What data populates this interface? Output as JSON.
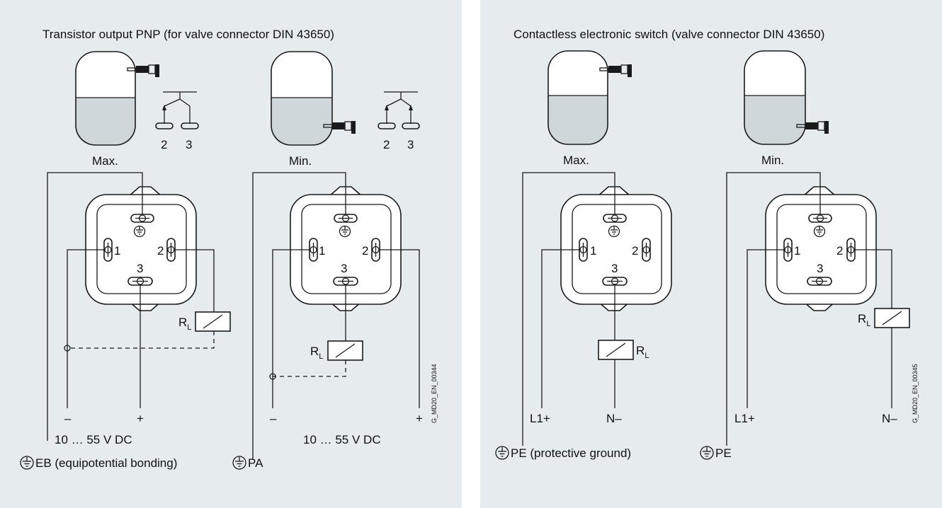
{
  "panels": [
    {
      "title": "Transistor output PNP (for valve connector DIN 43650)",
      "left_tank_label": "Max.",
      "right_tank_label": "Min.",
      "contact_numbers": [
        "2",
        "3"
      ],
      "pin_labels": [
        "1",
        "2",
        "3"
      ],
      "load_label": "R",
      "load_subscript": "L",
      "left_terminals": [
        "–",
        "+"
      ],
      "right_terminals": [
        "–",
        "+"
      ],
      "left_voltage": "10 … 55 V DC",
      "right_voltage": "10 … 55 V DC",
      "left_ground_label": "EB (equipotential bonding)",
      "right_ground_label": "PA",
      "drawing_code": "G_MD20_EN_00344"
    },
    {
      "title": "Contactless electronic switch (valve connector DIN 43650)",
      "left_tank_label": "Max.",
      "right_tank_label": "Min.",
      "pin_labels": [
        "1",
        "2",
        "3"
      ],
      "load_label": "R",
      "load_subscript": "L",
      "left_terminals": [
        "L1+",
        "N–"
      ],
      "right_terminals": [
        "L1+",
        "N–"
      ],
      "left_ground_label": "PE (protective ground)",
      "right_ground_label": "PE",
      "drawing_code": "G_MD20_EN_00345"
    }
  ],
  "colors": {
    "panel_background": "#e6ebed",
    "line": "#1a1a1a",
    "tank_fill": "#cfd7da"
  }
}
